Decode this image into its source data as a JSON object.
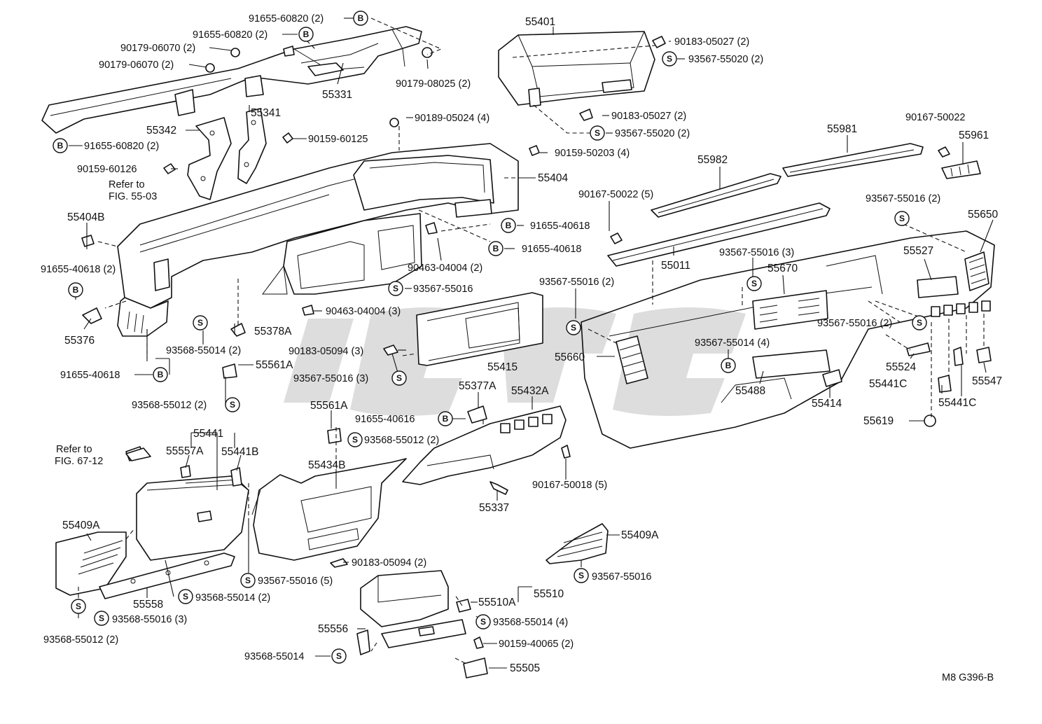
{
  "diagram_code": "M8 G396-B",
  "watermark": "ifgf",
  "labels": {
    "l1": "91655-60820 (2)",
    "l2": "91655-60820 (2)",
    "l3": "90179-06070 (2)",
    "l4": "90179-06070 (2)",
    "l5": "55331",
    "l6": "90179-08025 (2)",
    "l7": "55341",
    "l8": "55342",
    "l9": "91655-60820 (2)",
    "l10": "90159-60125",
    "l11": "90159-60126",
    "l12": "Refer to",
    "l13": "FIG. 55-03",
    "l14": "55404B",
    "l15": "91655-40618 (2)",
    "l16": "55376",
    "l17": "91655-40618",
    "l18": "93568-55012 (2)",
    "l19": "55378A",
    "l20": "93568-55014 (2)",
    "l21": "55561A",
    "l22": "90189-05024 (4)",
    "l23": "90159-50203 (4)",
    "l24": "55404",
    "l25": "91655-40618",
    "l26": "91655-40618",
    "l27": "90463-04004 (2)",
    "l28": "93567-55016",
    "l29": "90463-04004 (3)",
    "l30": "90183-05094 (3)",
    "l31": "93567-55016 (3)",
    "l32": "55415",
    "l33": "55401",
    "l34": "90183-05027 (2)",
    "l35": "93567-55020 (2)",
    "l36": "90183-05027 (2)",
    "l37": "93567-55020 (2)",
    "l38": "55981",
    "l39": "90167-50022",
    "l40": "55961",
    "l41": "55982",
    "l42": "90167-50022 (5)",
    "l43": "55011",
    "l44": "93567-55016 (2)",
    "l45": "55650",
    "l46": "93567-55016 (3)",
    "l47": "55670",
    "l48": "55527",
    "l49": "93567-55016 (2)",
    "l50": "93567-55016 (2)",
    "l51": "93567-55014 (4)",
    "l52": "55660",
    "l53": "55488",
    "l54": "55414",
    "l55": "55524",
    "l56": "55441C",
    "l57": "55547",
    "l58": "55441C",
    "l59": "55619",
    "l60": "55377A",
    "l61": "55432A",
    "l62": "55561A",
    "l63": "91655-40616",
    "l64": "93568-55012 (2)",
    "l65": "55434B",
    "l66": "90167-50018 (5)",
    "l67": "55337",
    "l68": "55441",
    "l69": "Refer to",
    "l70": "FIG. 67-12",
    "l71": "55557A",
    "l72": "55441B",
    "l73": "55409A",
    "l74": "55558",
    "l75": "93568-55014 (2)",
    "l76": "93568-55016 (3)",
    "l77": "93568-55012 (2)",
    "l78": "93567-55016 (5)",
    "l79": "90183-05094 (2)",
    "l80": "55409A",
    "l81": "93567-55016",
    "l82": "55510A",
    "l83": "55510",
    "l84": "93568-55014 (4)",
    "l85": "55556",
    "l86": "90159-40065 (2)",
    "l87": "93568-55014",
    "l88": "55505"
  },
  "symbols": {
    "b": "B",
    "s": "S"
  }
}
